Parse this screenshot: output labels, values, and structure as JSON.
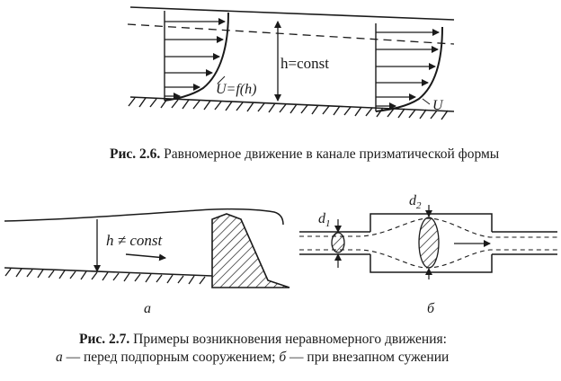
{
  "fig26": {
    "label_h_const": "h=const",
    "label_u_fh": "U=f(h)",
    "label_u": "U",
    "caption_num": "Рис. 2.6.",
    "caption_text": "Равномерное движение в канале призматической формы"
  },
  "fig27": {
    "label_h_neq": "h ≠ const",
    "label_a": "а",
    "label_b": "б",
    "label_d1": "d",
    "label_d1_sub": "1",
    "label_d2": "d",
    "label_d2_sub": "2",
    "caption_num": "Рис. 2.7.",
    "caption_line1": "Примеры возникновения неравномерного движения:",
    "caption_line2_a": "а",
    "caption_line2_a_text": " — перед подпорным сооружением; ",
    "caption_line2_b": "б",
    "caption_line2_b_text": " — при внезапном сужении"
  }
}
